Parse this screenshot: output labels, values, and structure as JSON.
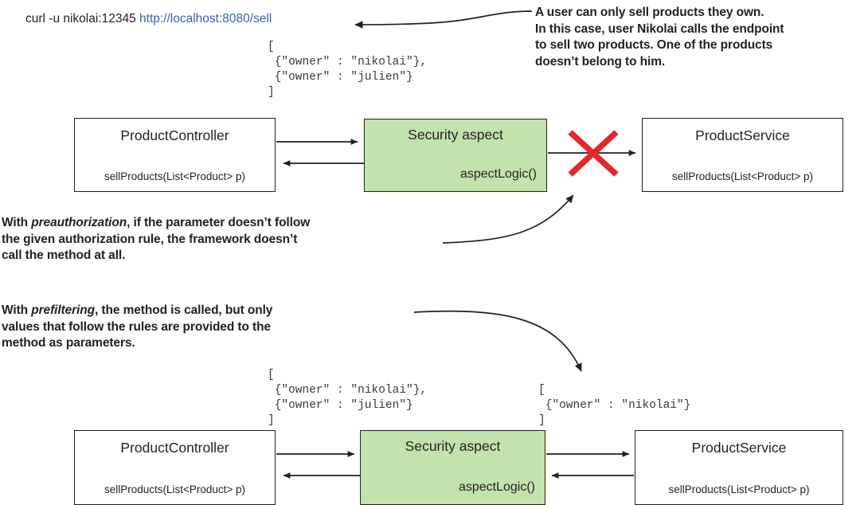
{
  "command": {
    "prefix": "curl -u nikolai:12345 ",
    "url": "http://localhost:8080/sell"
  },
  "callouts": {
    "top": {
      "line1": "A user can only sell products they own.",
      "line2": "In this case, user Nikolai calls the endpoint",
      "line3": "to sell two products. One of the products",
      "line4": "doesn’t belong to him."
    },
    "preauthorization": {
      "prefix": "With ",
      "emphasis": "preauthorization",
      "rest_line1": ", if the parameter doesn’t follow",
      "line2": "the given authorization rule, the framework doesn’t",
      "line3": "call the method at all."
    },
    "prefiltering": {
      "prefix": "With ",
      "emphasis": "prefiltering",
      "rest_line1": ", the method is called, but only",
      "line2": "values that follow the rules are provided to the",
      "line3": "method as parameters."
    }
  },
  "payloads": {
    "request_top": "[\n {\"owner\" : \"nikolai\"},\n {\"owner\" : \"julien\"}\n]",
    "request_bottom": "[\n {\"owner\" : \"nikolai\"},\n {\"owner\" : \"julien\"}\n]",
    "filtered": "[\n {\"owner\" : \"nikolai\"}\n]"
  },
  "diagram": {
    "top_row": {
      "controller": {
        "title": "ProductController",
        "method": "sellProducts(List<Product> p)"
      },
      "aspect": {
        "title": "Security aspect",
        "method": "aspectLogic()"
      },
      "service": {
        "title": "ProductService",
        "method": "sellProducts(List<Product> p)"
      }
    },
    "bottom_row": {
      "controller": {
        "title": "ProductController",
        "method": "sellProducts(List<Product> p)"
      },
      "aspect": {
        "title": "Security aspect",
        "method": "aspectLogic()"
      },
      "service": {
        "title": "ProductService",
        "method": "sellProducts(List<Product> p)"
      }
    }
  },
  "colors": {
    "aspect_fill": "#c3e3ad",
    "blocked_marker": "#e8262a",
    "url_link": "#3b5fc0",
    "stroke": "#231f20"
  },
  "markers": {
    "blocked_call": "red-x-cross"
  }
}
